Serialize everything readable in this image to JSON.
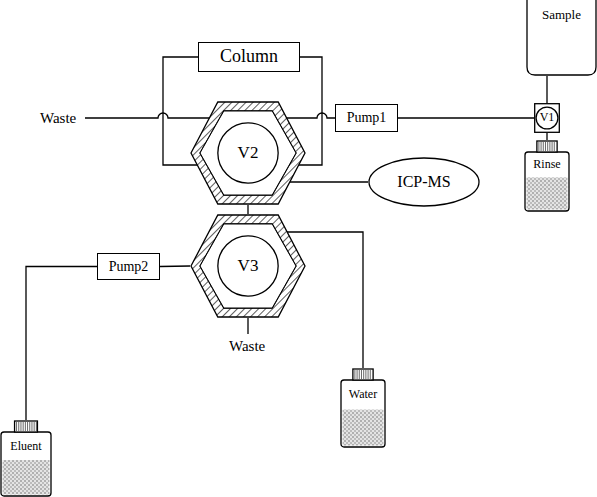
{
  "diagram": {
    "nodes": [
      {
        "text": [
          "Sample"
        ]
      },
      {
        "text": [
          "Column"
        ]
      },
      {
        "text": [
          "V2"
        ]
      },
      {
        "text": [
          "Pump1"
        ]
      },
      {
        "text": [
          "V1"
        ]
      },
      {
        "text": [
          "Rinse"
        ]
      },
      {
        "text": [
          "ICP-MS"
        ]
      },
      {
        "text": [
          "V3"
        ]
      },
      {
        "text": [
          "Pump2"
        ]
      },
      {
        "text": [
          "Water"
        ]
      },
      {
        "text": [
          "Eluent"
        ]
      }
    ],
    "edges": [
      {
        "from": 1,
        "to": 2,
        "arrow": "none"
      },
      {
        "from": 1,
        "to": 2,
        "arrow": "none"
      },
      {
        "from": 2,
        "to": 3,
        "arrow": "none"
      },
      {
        "from": 3,
        "to": 4,
        "arrow": "none"
      },
      {
        "from": 0,
        "to": 4,
        "arrow": "none"
      },
      {
        "from": 5,
        "to": 4,
        "arrow": "none"
      },
      {
        "from": 2,
        "to": 6,
        "arrow": "none"
      },
      {
        "from": 2,
        "to": 7,
        "arrow": "none"
      },
      {
        "from": 8,
        "to": 7,
        "arrow": "none"
      },
      {
        "from": 10,
        "to": 8,
        "arrow": "none"
      },
      {
        "from": 9,
        "to": 7,
        "arrow": "none"
      }
    ],
    "labels": [
      "Waste",
      "Waste"
    ]
  }
}
